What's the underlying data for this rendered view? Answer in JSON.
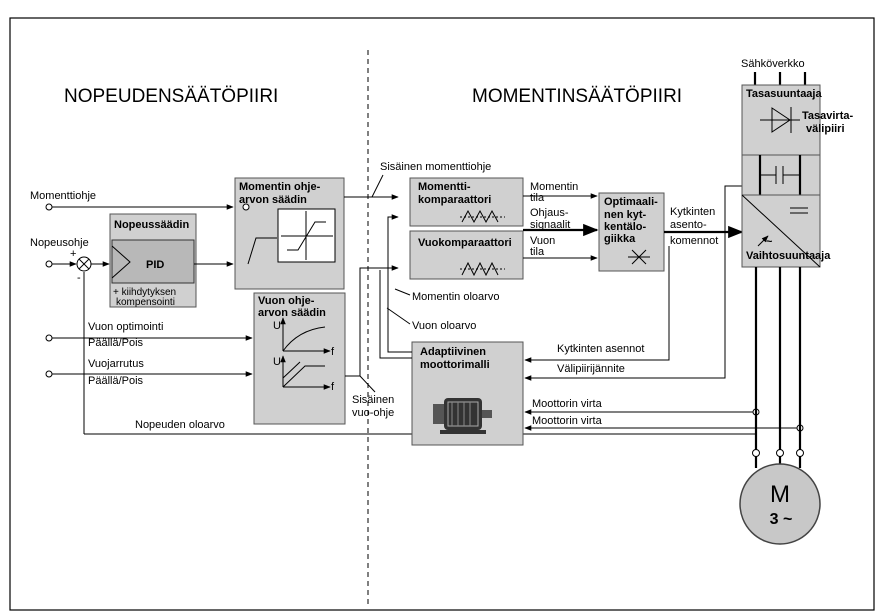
{
  "sections": {
    "speed": "NOPEUDENSÄÄTÖPIIRI",
    "torque": "MOMENTINSÄÄTÖPIIRI"
  },
  "inputs": {
    "torque_ref": "Momenttiohje",
    "speed_ref": "Nopeusohje",
    "flux_opt": "Vuon optimointi",
    "flux_opt_state": "Päällä/Pois",
    "flux_brake": "Vuojarrutus",
    "flux_brake_state": "Päällä/Pois",
    "plus": "+",
    "minus": "-"
  },
  "blocks": {
    "speed_ctrl": {
      "title": "Nopeussäädin",
      "inner": "PID",
      "note1": "+ kiihdytyksen",
      "note2": "kompensointi"
    },
    "torque_ref_ctrl": {
      "title1": "Momentin ohje-",
      "title2": "arvon säädin"
    },
    "flux_ref_ctrl": {
      "title1": "Vuon ohje-",
      "title2": "arvon säädin",
      "u1": "U",
      "f1": "f",
      "u2": "U",
      "f2": "f"
    },
    "torque_comp": {
      "title1": "Momentti-",
      "title2": "komparaattori"
    },
    "flux_comp": {
      "title": "Vuokomparaattori"
    },
    "switch_logic": {
      "l1": "Optimaali-",
      "l2": "nen kyt-",
      "l3": "kentälo-",
      "l4": "giikka"
    },
    "motor_model": {
      "title1": "Adaptiivinen",
      "title2": "moottorimalli"
    },
    "rectifier": {
      "title": "Tasasuuntaaja",
      "dc1": "Tasavirta-",
      "dc2": "välipiiri"
    },
    "inverter": {
      "title": "Vaihtosuuntaaja"
    },
    "motor": {
      "m": "M",
      "phase": "3 ~"
    }
  },
  "signals": {
    "internal_torque_ref": "Sisäinen momenttiohje",
    "torque_state1": "Momentin",
    "torque_state2": "tila",
    "control_sig1": "Ohjaus-",
    "control_sig2": "signaalit",
    "flux_state1": "Vuon",
    "flux_state2": "tila",
    "switch_cmd1": "Kytkinten",
    "switch_cmd2": "asento-",
    "switch_cmd3": "komennot",
    "torque_actual": "Momentin oloarvo",
    "flux_actual": "Vuon oloarvo",
    "switch_pos": "Kytkinten asennot",
    "dc_voltage": "Välipiirijännite",
    "motor_current1": "Moottorin virta",
    "motor_current2": "Moottorin virta",
    "speed_actual": "Nopeuden oloarvo",
    "internal_flux1": "Sisäinen",
    "internal_flux2": "vuo-ohje",
    "grid": "Sähköverkko"
  }
}
